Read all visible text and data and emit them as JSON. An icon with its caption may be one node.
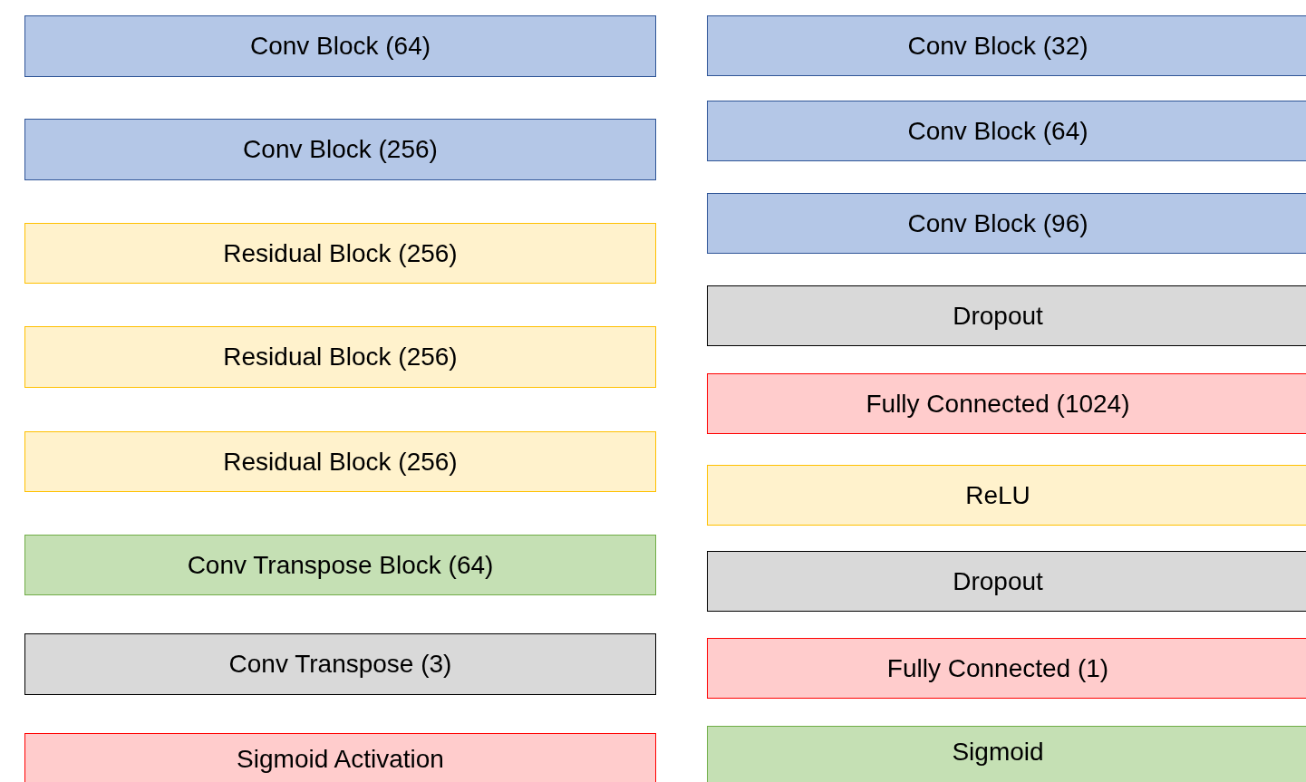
{
  "diagram": {
    "nodes": [
      {
        "text": [
          "Conv Block (64)"
        ]
      },
      {
        "text": [
          "Conv Block (256)"
        ]
      },
      {
        "text": [
          "Residual Block (256)"
        ]
      },
      {
        "text": [
          "Residual Block (256)"
        ]
      },
      {
        "text": [
          "Residual Block (256)"
        ]
      },
      {
        "text": [
          "Conv Transpose Block (64)"
        ]
      },
      {
        "text": [
          "Conv Transpose (3)"
        ]
      },
      {
        "text": [
          "Sigmoid Activation"
        ]
      },
      {
        "text": [
          "Conv Block (32)"
        ]
      },
      {
        "text": [
          "Conv Block (64)"
        ]
      },
      {
        "text": [
          "Conv Block (96)"
        ]
      },
      {
        "text": [
          "Dropout"
        ]
      },
      {
        "text": [
          "Fully Connected (1024)"
        ]
      },
      {
        "text": [
          "ReLU"
        ]
      },
      {
        "text": [
          "Dropout"
        ]
      },
      {
        "text": [
          "Fully Connected (1)"
        ]
      },
      {
        "text": [
          "Sigmoid"
        ]
      }
    ]
  }
}
